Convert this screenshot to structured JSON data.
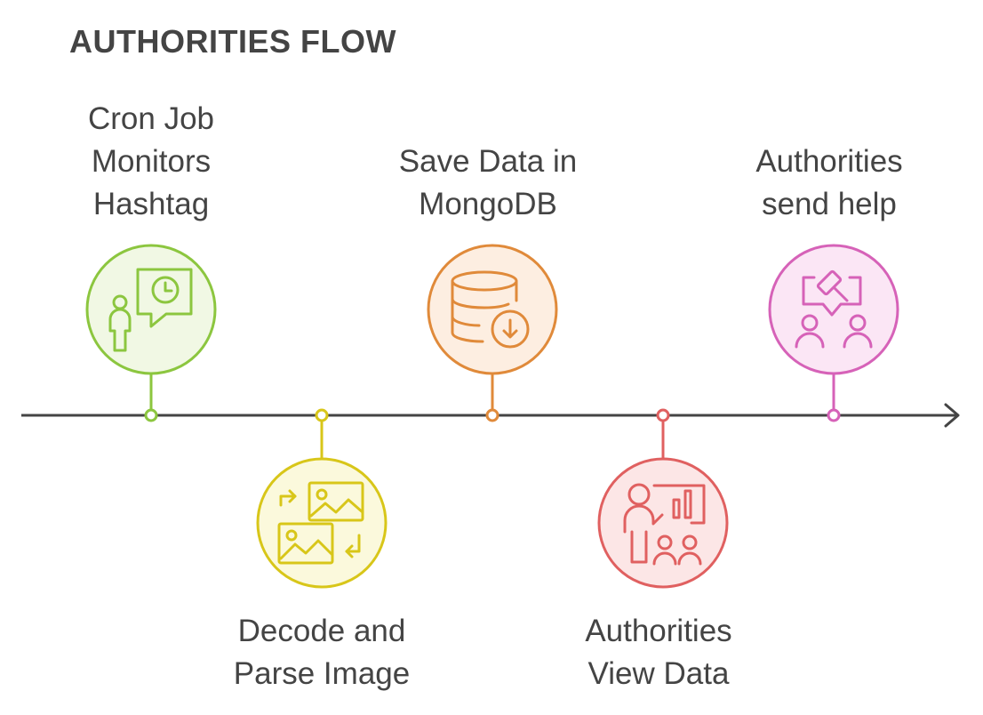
{
  "title": "AUTHORITIES FLOW",
  "steps": [
    {
      "lines": [
        "Cron Job",
        "Monitors",
        "Hashtag"
      ],
      "color": "#8cc63f",
      "fill": "#f1f8e4",
      "icon": "person-clock-chat-icon"
    },
    {
      "lines": [
        "Decode and",
        "Parse Image"
      ],
      "color": "#d8c619",
      "fill": "#fbf9dc",
      "icon": "image-convert-icon"
    },
    {
      "lines": [
        "Save Data in",
        "MongoDB"
      ],
      "color": "#e08a3a",
      "fill": "#fdeee1",
      "icon": "database-download-icon"
    },
    {
      "lines": [
        "Authorities",
        "View Data"
      ],
      "color": "#e06060",
      "fill": "#fce6e6",
      "icon": "presentation-audience-icon"
    },
    {
      "lines": [
        "Authorities",
        "send help"
      ],
      "color": "#d662b8",
      "fill": "#fbe6f5",
      "icon": "gavel-people-icon"
    }
  ]
}
